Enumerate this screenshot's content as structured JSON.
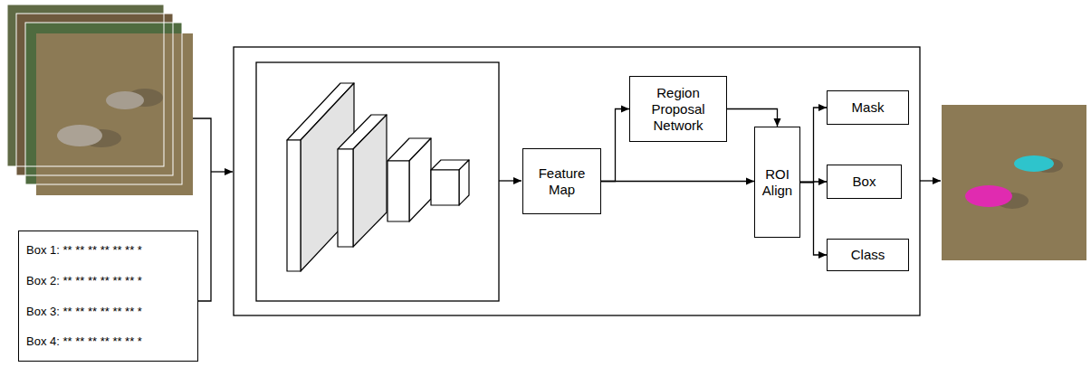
{
  "diagram": {
    "nodes": [
      {
        "text": [
          "Box 1: ** ** ** ** ** ** *",
          "Box 2: ** ** ** ** ** ** *",
          "Box 3: ** ** ** ** ** ** *",
          "Box 4: ** ** ** ** ** ** *"
        ]
      },
      {
        "text": [
          "Feature Map"
        ]
      },
      {
        "text": [
          "Region Proposal Network"
        ]
      },
      {
        "text": [
          "ROI Align"
        ]
      },
      {
        "text": [
          "Mask"
        ]
      },
      {
        "text": [
          "Box"
        ]
      },
      {
        "text": [
          "Class"
        ]
      }
    ],
    "edges": [
      {
        "from": 1,
        "to": 2,
        "arrow": "to"
      },
      {
        "from": 1,
        "to": 3,
        "arrow": "to"
      },
      {
        "from": 2,
        "to": 3,
        "arrow": "to"
      },
      {
        "from": 3,
        "to": 4,
        "arrow": "to"
      },
      {
        "from": 3,
        "to": 5,
        "arrow": "to"
      },
      {
        "from": 3,
        "to": 6,
        "arrow": "to"
      }
    ]
  }
}
